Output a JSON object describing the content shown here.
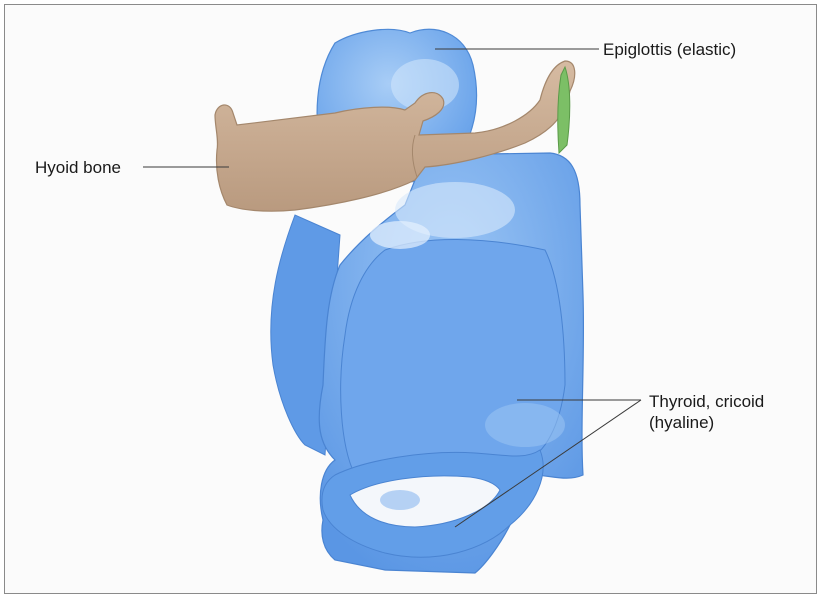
{
  "labels": {
    "epiglottis": "Epiglottis (elastic)",
    "hyoid": "Hyoid bone",
    "thyroid_line1": "Thyroid, cricoid",
    "thyroid_line2": "(hyaline)"
  },
  "colors": {
    "cartilage_blue": "#6fa8ec",
    "cartilage_highlight": "#c9e0fa",
    "cartilage_shadow": "#4c88d8",
    "bone_tan": "#c9ab90",
    "bone_shadow": "#a88a70",
    "elastic_green": "#7cbf66",
    "leader_line": "#3a3a3a"
  }
}
